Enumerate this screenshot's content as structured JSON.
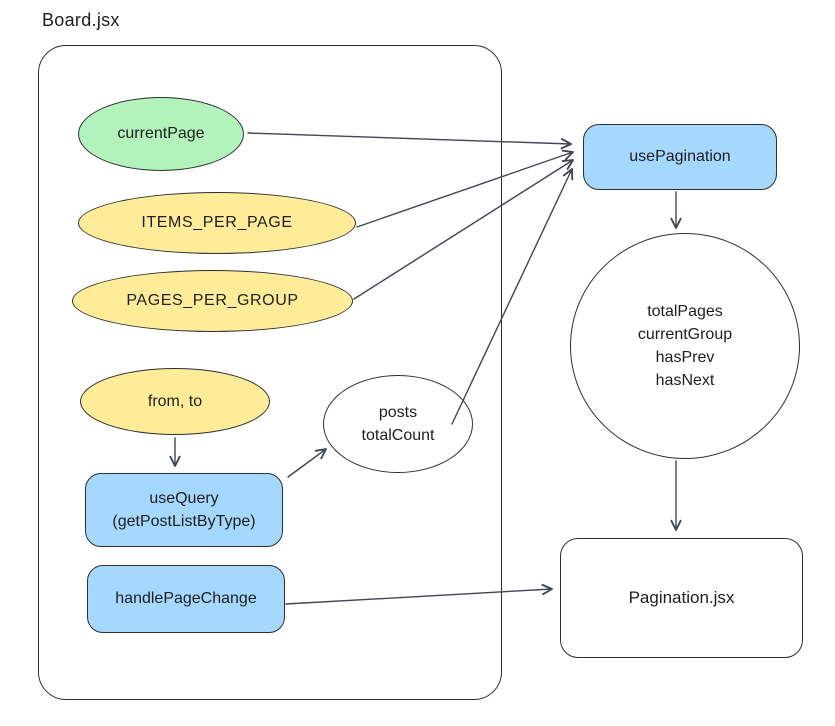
{
  "board": {
    "label": "Board.jsx"
  },
  "colors": {
    "green_fill": "#b2f2bb",
    "yellow_fill": "#ffec99",
    "blue_fill": "#a5d8ff",
    "stroke": "#2b2f33",
    "arrow": "#40474e",
    "background": "#ffffff"
  },
  "nodes": {
    "current_page": {
      "label": "currentPage",
      "shape": "ellipse",
      "fill": "green"
    },
    "items_per_page": {
      "label": "ITEMS_PER_PAGE",
      "shape": "ellipse",
      "fill": "yellow"
    },
    "pages_per_group": {
      "label": "PAGES_PER_GROUP",
      "shape": "ellipse",
      "fill": "yellow"
    },
    "from_to": {
      "label": "from, to",
      "shape": "ellipse",
      "fill": "yellow"
    },
    "use_query": {
      "label": "useQuery",
      "sublabel": "(getPostListByType)",
      "shape": "rounded-rect",
      "fill": "blue"
    },
    "handle_page_change": {
      "label": "handlePageChange",
      "shape": "rounded-rect",
      "fill": "blue"
    },
    "posts_total_count": {
      "lines": [
        "posts",
        "totalCount"
      ],
      "shape": "ellipse",
      "fill": "white"
    },
    "use_pagination": {
      "label": "usePagination",
      "shape": "rounded-rect",
      "fill": "blue"
    },
    "pagination_result": {
      "lines": [
        "totalPages",
        "currentGroup",
        "hasPrev",
        "hasNext"
      ],
      "shape": "circle",
      "fill": "white"
    },
    "pagination_jsx": {
      "label": "Pagination.jsx",
      "shape": "rounded-rect",
      "fill": "white"
    }
  },
  "edges": [
    {
      "from": "current_page",
      "to": "use_pagination"
    },
    {
      "from": "items_per_page",
      "to": "use_pagination"
    },
    {
      "from": "pages_per_group",
      "to": "use_pagination"
    },
    {
      "from": "posts_total_count",
      "to": "use_pagination"
    },
    {
      "from": "from_to",
      "to": "use_query"
    },
    {
      "from": "use_query",
      "to": "posts_total_count"
    },
    {
      "from": "use_pagination",
      "to": "pagination_result"
    },
    {
      "from": "pagination_result",
      "to": "pagination_jsx"
    },
    {
      "from": "handle_page_change",
      "to": "pagination_jsx"
    }
  ]
}
